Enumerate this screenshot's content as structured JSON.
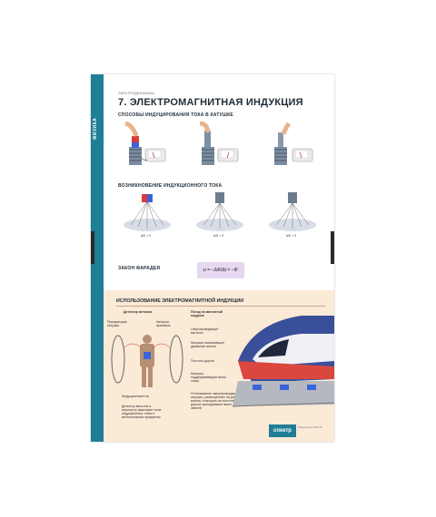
{
  "poster": {
    "side_title": "ФИЗИКА",
    "side_subtitle": "СРЕДНЯЯ ШКОЛА",
    "topic": "ЭЛЕКТРОДИНАМИКА",
    "title": "7. ЭЛЕКТРОМАГНИТНАЯ ИНДУКЦИЯ",
    "section1": "СПОСОБЫ ИНДУЦИРОВАНИЯ ТОКА В КАТУШКЕ",
    "section2": "ВОЗНИКНОВЕНИЕ ИНДУКЦИОННОГО ТОКА",
    "flux_labels": [
      "ΔΦ < 0",
      "ΔΦ = 0",
      "ΔΦ > 0"
    ],
    "section3": "ЗАКОН ФАРАДЕЯ",
    "formula": "εi = −ΔΦ/Δt = −Φ′",
    "lower_title": "ИСПОЛЬЗОВАНИЕ ЭЛЕКТРОМАГНИТНОЙ ИНДУКЦИИ",
    "detector": {
      "heading": "Детектор металла",
      "transmit_coil": "Передающая катушка",
      "receive_coil": "Катушка-приемник",
      "induction_field": "Индукционный ток",
      "description": "Детектор металла в аэропорту фиксирует поле индукционных токов в металлических предметах"
    },
    "train": {
      "heading": "Поезд на магнитной подушке",
      "labels": [
        "Сверхпроводящие магниты",
        "Катушки, вызывающие движение вагона",
        "Полотно дороги",
        "Катушки, поддерживающие вагон снизу"
      ],
      "description": "Отталкивание сверхпроводящих катушек, размещенных на дне вагона, и катушек на полотне дороги приподнимает вагон над землей"
    },
    "logo": "спектр",
    "logo_note": "Издательство СПЕКТР"
  },
  "colors": {
    "sidebar": "#1e7f96",
    "lower_bg": "#fbead6",
    "train_red": "#d9473f",
    "train_blue": "#3a4f9a",
    "formula_bg": "#e5d8f0"
  }
}
